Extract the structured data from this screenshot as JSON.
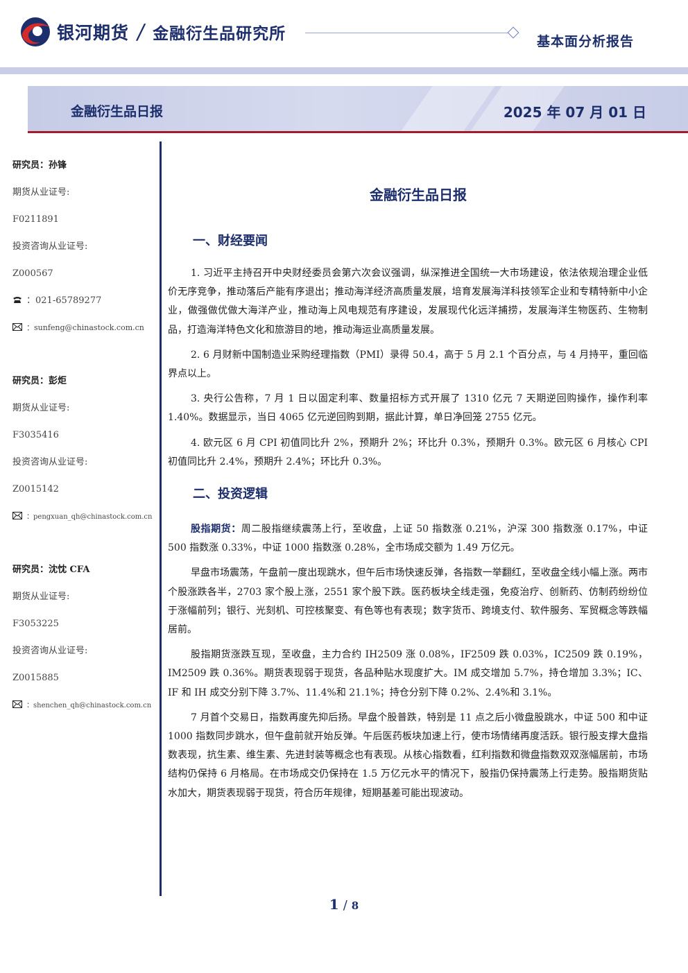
{
  "header": {
    "brand": "银河期货",
    "institute": "金融衍生品研究所",
    "report_type": "基本面分析报告"
  },
  "title_bar": {
    "title": "金融衍生品日报",
    "date": "2025 年 07 月 01 日"
  },
  "researchers": [
    {
      "name": "研究员：孙锋",
      "futures_cert_label": "期货从业证号:",
      "futures_cert": "F0211891",
      "consult_cert_label": "投资咨询从业证号:",
      "consult_cert": "Z000567",
      "phone": "：021-65789277",
      "email": "：sunfeng@chinastock.com.cn"
    },
    {
      "name": "研究员：彭炬",
      "futures_cert_label": "期货从业证号:",
      "futures_cert": "F3035416",
      "consult_cert_label": "投资咨询从业证号:",
      "consult_cert": "Z0015142",
      "email": "：pengxuan_qh@chinastock.com.cn"
    },
    {
      "name": "研究员：沈忱 CFA",
      "futures_cert_label": "期货从业证号:",
      "futures_cert": "F3053225",
      "consult_cert_label": "投资咨询从业证号:",
      "consult_cert": "Z0015885",
      "email": "：shenchen_qh@chinastock.com.cn"
    }
  ],
  "main": {
    "doc_title": "金融衍生品日报",
    "sections": [
      {
        "title": "一、财经要闻",
        "paragraphs": [
          "1. 习近平主持召开中央财经委员会第六次会议强调，纵深推进全国统一大市场建设，依法依规治理企业低价无序竞争，推动落后产能有序退出；推动海洋经济高质量发展，培育发展海洋科技领军企业和专精特新中小企业，做强做优做大海洋产业，推动海上风电规范有序建设，发展现代化远洋捕捞，发展海洋生物医药、生物制品，打造海洋特色文化和旅游目的地，推动海运业高质量发展。",
          "2. 6 月财新中国制造业采购经理指数（PMI）录得 50.4，高于 5 月 2.1 个百分点，与 4 月持平，重回临界点以上。",
          "3. 央行公告称，7 月 1 日以固定利率、数量招标方式开展了 1310 亿元 7 天期逆回购操作，操作利率 1.40%。数据显示，当日 4065 亿元逆回购到期，据此计算，单日净回笼 2755 亿元。",
          "4. 欧元区 6 月 CPI 初值同比升 2%，预期升 2%；环比升 0.3%，预期升 0.3%。欧元区 6 月核心 CPI 初值同比升 2.4%，预期升 2.4%；环比升 0.3%。"
        ]
      },
      {
        "title": "二、投资逻辑",
        "lead": "股指期货：",
        "paragraphs": [
          "周二股指继续震荡上行，至收盘，上证 50 指数涨 0.21%，沪深 300 指数涨 0.17%，中证 500 指数涨 0.33%，中证 1000 指数涨 0.28%，全市场成交额为 1.49 万亿元。",
          "早盘市场震荡，午盘前一度出现跳水，但午后市场快速反弹，各指数一举翻红，至收盘全线小幅上涨。两市个股涨跌各半，2703 家个股上涨，2551 家个股下跌。医药板块全线走强，免疫治疗、创新药、仿制药纷纷位于涨幅前列；银行、光刻机、可控核聚变、有色等也有表现；数字货币、跨境支付、软件服务、军贸概念等跌幅居前。",
          "股指期货涨跌互现，至收盘，主力合约 IH2509 涨 0.08%，IF2509 跌 0.03%，IC2509 跌 0.19%，IM2509 跌 0.36%。期货表现弱于现货，各品种贴水现度扩大。IM 成交增加 5.7%，持仓增加 3.3%；IC、IF 和 IH 成交分别下降 3.7%、11.4%和 21.1%；持仓分别下降 0.2%、2.4%和 3.1%。",
          "7 月首个交易日，指数再度先抑后扬。早盘个股普跌，特别是 11 点之后小微盘股跳水，中证 500 和中证 1000 指数同步跳水，但午盘前就开始反弹。午后医药板块加速上行，使市场情绪再度活跃。银行股支撑大盘指数表现，抗生素、维生素、先进封装等概念也有表现。从核心指数看，红利指数和微盘指数双双涨幅居前，市场结构仍保持 6 月格局。在市场成交仍保持在 1.5 万亿元水平的情况下，股指仍保持震荡上行走势。股指期货贴水加大，期货表现弱于现货，符合历年规律，短期基差可能出现波动。"
        ]
      }
    ]
  },
  "footer": {
    "page": "1",
    "separator": "/",
    "total": "8"
  },
  "colors": {
    "navy": "#1c2e6b",
    "red": "#a01c2a",
    "band": "#c9cde6"
  }
}
